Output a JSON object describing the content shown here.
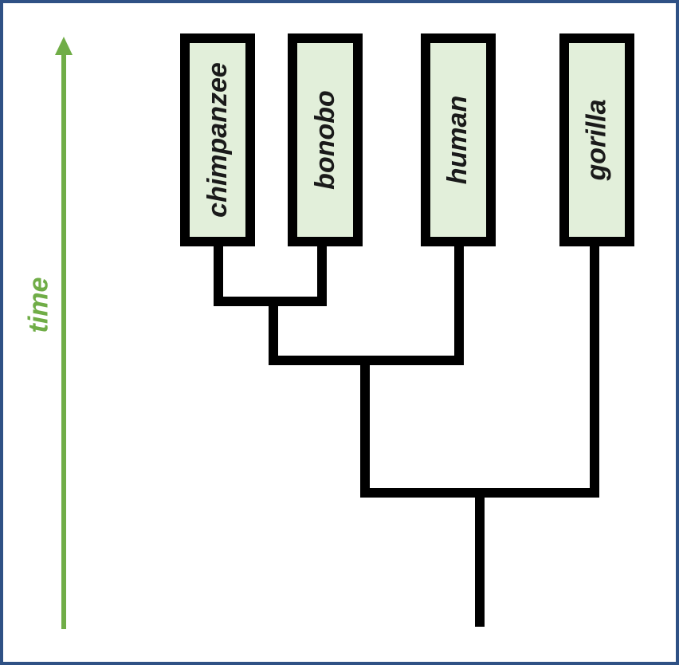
{
  "diagram": {
    "type": "phylogenetic-tree",
    "topology": "(((chimpanzee,bonobo),human),gorilla)"
  },
  "axis": {
    "label": "time",
    "direction": "up",
    "color": "#70ad47"
  },
  "taxa": [
    {
      "label": "chimpanzee"
    },
    {
      "label": "bonobo"
    },
    {
      "label": "human"
    },
    {
      "label": "gorilla"
    }
  ],
  "colors": {
    "background": "#ffffff",
    "frame_border": "#2f5185",
    "box_fill": "#e2efda",
    "box_border": "#000000",
    "branch": "#000000",
    "time_arrow": "#70ad47"
  }
}
